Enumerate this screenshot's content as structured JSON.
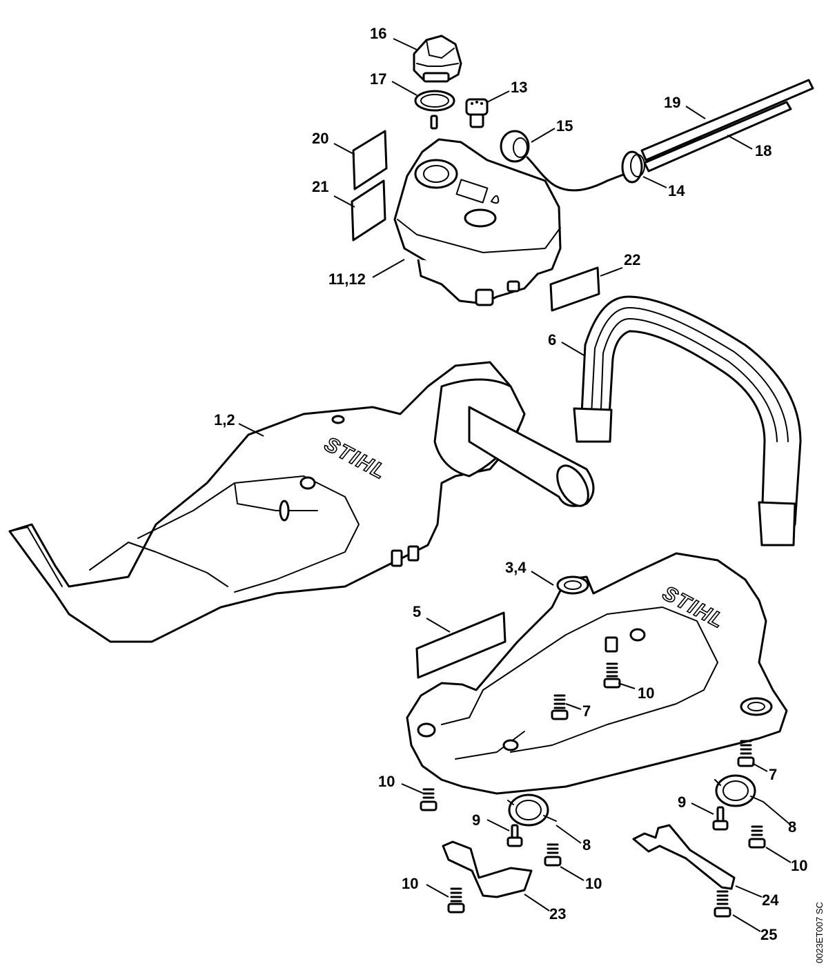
{
  "diagram": {
    "reference_code": "0023ET007 SC",
    "brand_text": "STIHL",
    "callouts": {
      "c16": "16",
      "c17": "17",
      "c13": "13",
      "c15": "15",
      "c19": "19",
      "c18": "18",
      "c14": "14",
      "c20": "20",
      "c21": "21",
      "c11_12": "11,12",
      "c22": "22",
      "c6": "6",
      "c1_2": "1,2",
      "c3_4": "3,4",
      "c5": "5",
      "c10a": "10",
      "c7a": "7",
      "c7b": "7",
      "c10b": "10",
      "c9a": "9",
      "c8a": "8",
      "c9b": "9",
      "c8b": "8",
      "c10c": "10",
      "c10d": "10",
      "c10e": "10",
      "c23": "23",
      "c24": "24",
      "c25": "25"
    }
  }
}
